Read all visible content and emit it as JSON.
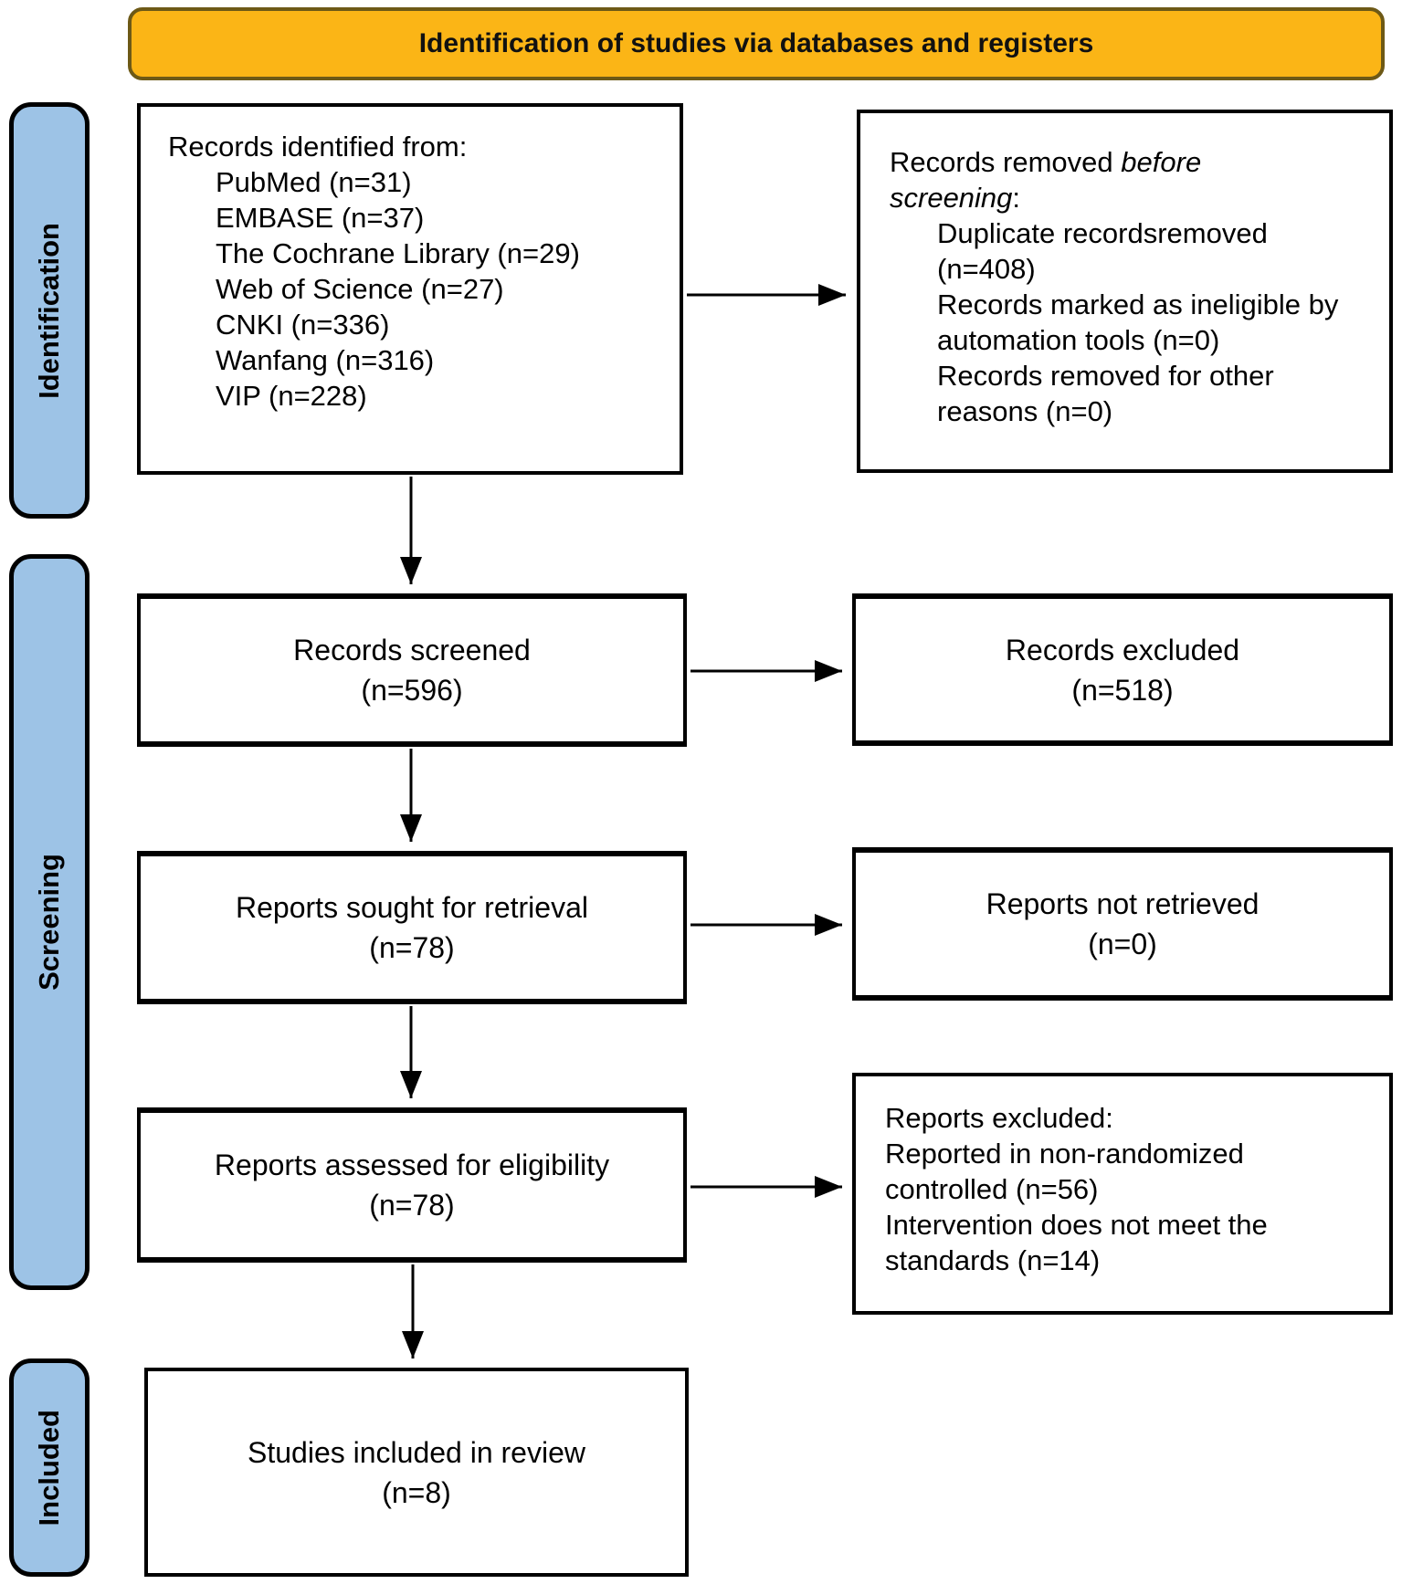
{
  "banner": {
    "title": "Identification of studies via databases and registers"
  },
  "stages": {
    "identification": "Identification",
    "screening": "Screening",
    "included": "Included"
  },
  "colors": {
    "banner_fill": "#FBB516",
    "banner_border": "#6D5916",
    "stage_fill": "#9DC3E6",
    "box_border": "#000000"
  },
  "boxes": {
    "identified": {
      "title": "Records identified from:",
      "items": [
        "PubMed (n=31)",
        "EMBASE (n=37)",
        "The Cochrane Library (n=29)",
        "Web of Science (n=27)",
        "CNKI (n=336)",
        "Wanfang (n=316)",
        "VIP (n=228)"
      ]
    },
    "removed": {
      "title_prefix": "Records removed ",
      "title_italic": "before screening",
      "title_suffix": ":",
      "items": [
        "Duplicate recordsremoved (n=408)",
        "Records marked as ineligible by automation tools (n=0)",
        "Records removed for other reasons (n=0)"
      ]
    },
    "screened": {
      "line1": "Records screened",
      "line2": "(n=596)"
    },
    "records_excluded": {
      "line1": "Records excluded",
      "line2": "(n=518)"
    },
    "sought": {
      "line1": "Reports sought for retrieval",
      "line2": "(n=78)"
    },
    "not_retrieved": {
      "line1": "Reports not retrieved",
      "line2": "(n=0)"
    },
    "assessed": {
      "line1": "Reports assessed for eligibility",
      "line2": "(n=78)"
    },
    "reports_excluded": {
      "title": "Reports excluded:",
      "reasons": [
        "Reported in non-randomized controlled (n=56)",
        "Intervention does not meet the standards (n=14)"
      ]
    },
    "included_review": {
      "line1": "Studies included in review",
      "line2": "(n=8)"
    }
  }
}
